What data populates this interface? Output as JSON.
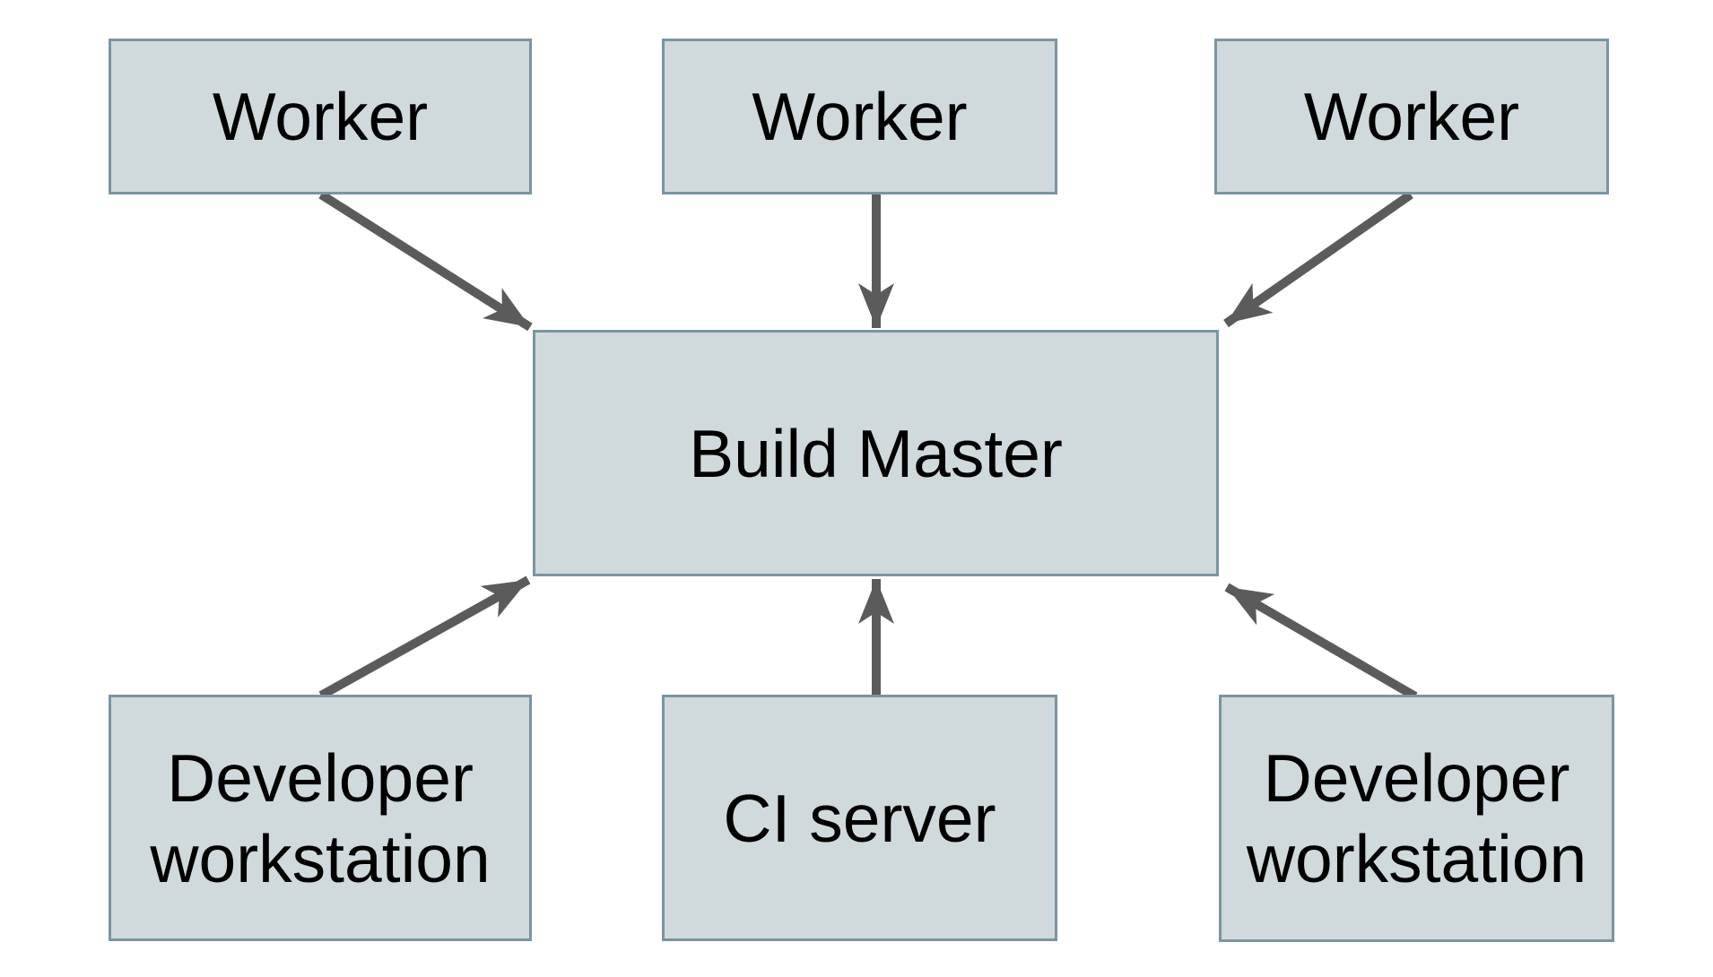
{
  "diagram": {
    "nodes": [
      {
        "id": "worker-1",
        "label": "Worker"
      },
      {
        "id": "worker-2",
        "label": "Worker"
      },
      {
        "id": "worker-3",
        "label": "Worker"
      },
      {
        "id": "build-master",
        "label": "Build Master"
      },
      {
        "id": "developer-workstation-1",
        "label": "Developer workstation"
      },
      {
        "id": "ci-server",
        "label": "CI server"
      },
      {
        "id": "developer-workstation-2",
        "label": "Developer workstation"
      }
    ],
    "edges": [
      {
        "from": "worker-1",
        "to": "build-master"
      },
      {
        "from": "worker-2",
        "to": "build-master"
      },
      {
        "from": "worker-3",
        "to": "build-master"
      },
      {
        "from": "developer-workstation-1",
        "to": "build-master"
      },
      {
        "from": "ci-server",
        "to": "build-master"
      },
      {
        "from": "developer-workstation-2",
        "to": "build-master"
      }
    ],
    "colors": {
      "background": "#ffffff",
      "node_fill": "#d0d9dc",
      "node_border": "#7b95a1",
      "arrow": "#5b5b5b",
      "text": "#000000"
    }
  }
}
